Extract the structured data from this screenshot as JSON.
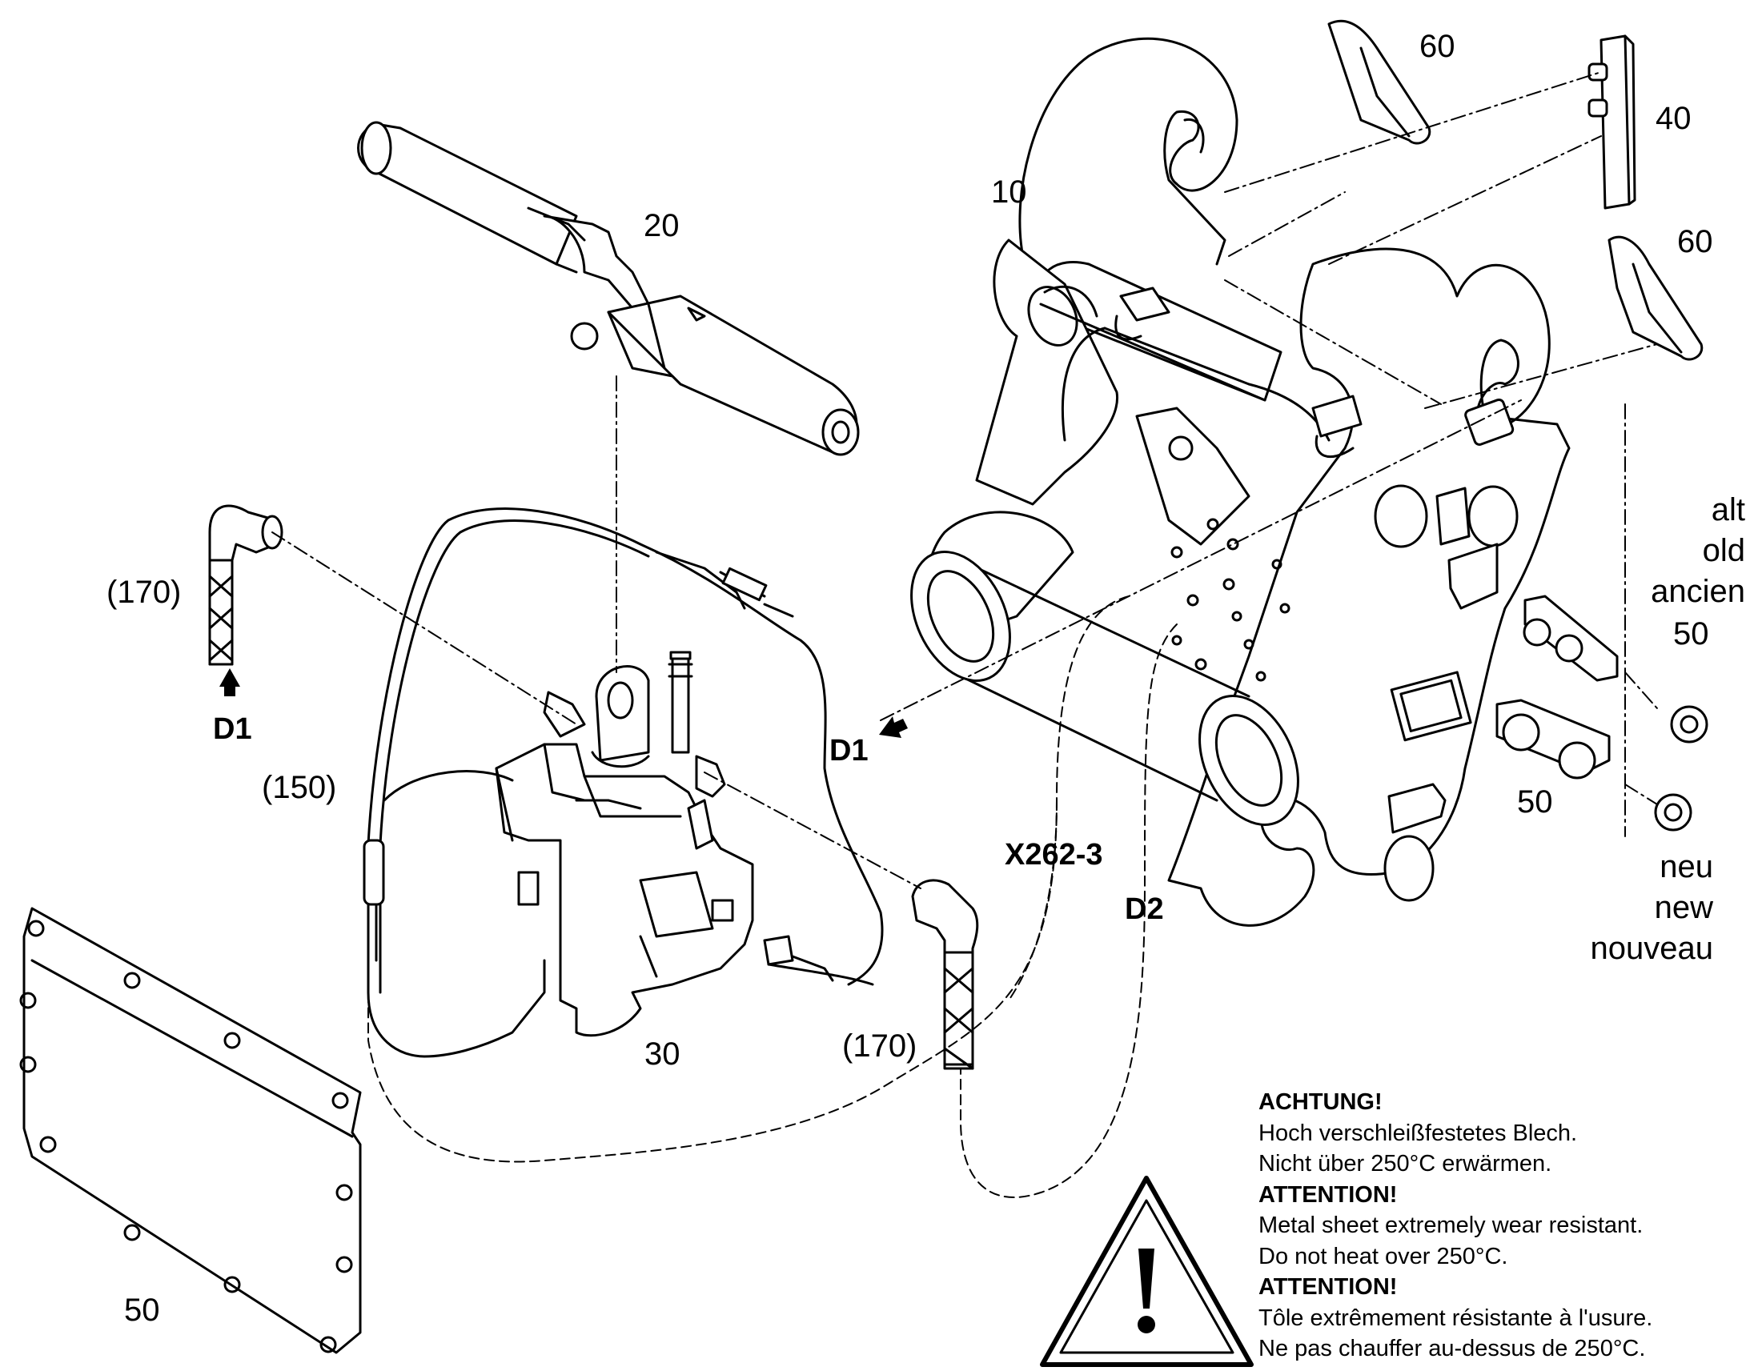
{
  "callouts": {
    "c10": "10",
    "c20": "20",
    "c30": "30",
    "c40": "40",
    "c50_a": "50",
    "c50_b": "50",
    "c50_c": "50",
    "c60_a": "60",
    "c60_b": "60",
    "c150": "(150)",
    "c170_a": "(170)",
    "c170_b": "(170)"
  },
  "ports": {
    "d1_left": "D1",
    "d1_center": "D1",
    "d2": "D2",
    "connector": "X262-3"
  },
  "variants": {
    "old": [
      "alt",
      "old",
      "ancien"
    ],
    "new": [
      "neu",
      "new",
      "nouveau"
    ]
  },
  "warning": {
    "de_title": "ACHTUNG!",
    "de_line1": "Hoch verschleißfestetes Blech.",
    "de_line2": "Nicht über 250°C erwärmen.",
    "en_title": "ATTENTION!",
    "en_line1": "Metal sheet extremely wear resistant.",
    "en_line2": "Do not heat over 250°C.",
    "fr_title": "ATTENTION!",
    "fr_line1": "Tôle extrêmement résistante à l'usure.",
    "fr_line2": "Ne pas chauffer au-dessus de 250°C."
  },
  "icons": [
    "warning-triangle-icon",
    "arrow-up-icon",
    "arrow-left-down-icon"
  ]
}
